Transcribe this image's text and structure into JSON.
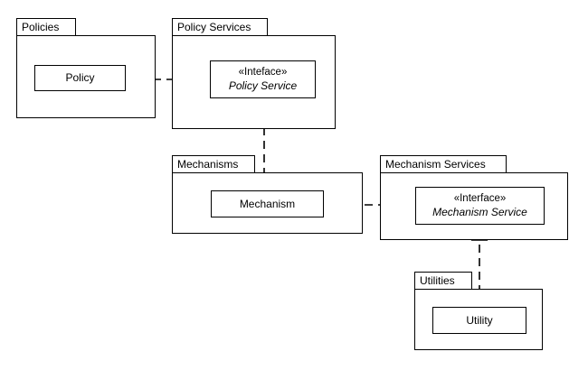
{
  "diagram": {
    "kind": "uml-package-diagram",
    "background_color": "#ffffff",
    "line_color": "#000000",
    "fill_color": "#ffffff"
  },
  "packages": [
    {
      "id": "policies",
      "label": "Policies"
    },
    {
      "id": "policy-services",
      "label": "Policy Services"
    },
    {
      "id": "mechanisms",
      "label": "Mechanisms"
    },
    {
      "id": "mechanism-services",
      "label": "Mechanism Services"
    },
    {
      "id": "utilities",
      "label": "Utilities"
    }
  ],
  "nodes": {
    "policy": {
      "name": "Policy"
    },
    "policy_service": {
      "stereotype": "«Inteface»",
      "name": "Policy Service"
    },
    "mechanism": {
      "name": "Mechanism"
    },
    "mechanism_service": {
      "stereotype": "«Interface»",
      "name": "Mechanism Service"
    },
    "utility": {
      "name": "Utility"
    }
  },
  "relations": [
    {
      "id": "policy-uses-policy-service",
      "type": "dependency",
      "from": "Policy",
      "to": "Policy Service"
    },
    {
      "id": "mechanism-realizes-policy-service",
      "type": "realization",
      "from": "Mechanism",
      "to": "Policy Service"
    },
    {
      "id": "mechanism-uses-mechanism-service",
      "type": "dependency",
      "from": "Mechanism",
      "to": "Mechanism Service"
    },
    {
      "id": "utility-realizes-mechanism-service",
      "type": "realization",
      "from": "Utility",
      "to": "Mechanism Service"
    }
  ]
}
